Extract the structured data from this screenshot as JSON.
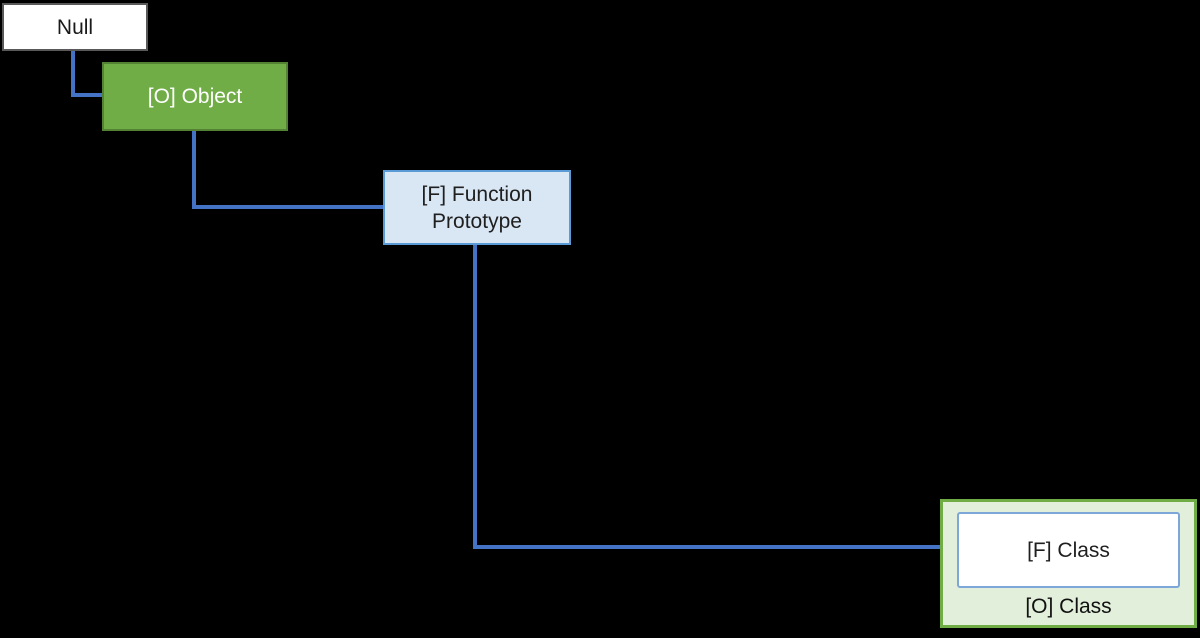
{
  "colors": {
    "background": "#000000",
    "connector": "#4472c4"
  },
  "nodes": {
    "null_node": {
      "label": "Null",
      "fill": "#ffffff",
      "border": "#595959",
      "text": "#1a1a1a"
    },
    "object_node": {
      "label": "[O] Object",
      "fill": "#70ad47",
      "border": "#548235",
      "text": "#ffffff"
    },
    "function_prototype_node": {
      "label": "[F] Function Prototype",
      "fill": "#d9e7f5",
      "border": "#5b9bd5",
      "text": "#1f1f1f"
    },
    "class_outer_node": {
      "label": "[O] Class",
      "fill": "#e2efda",
      "border": "#70ad47",
      "text": "#111111"
    },
    "class_inner_node": {
      "label": "[F] Class",
      "fill": "#ffffff",
      "border": "#7da7d9",
      "text": "#1f1f1f"
    }
  },
  "connections": [
    {
      "from": "Null",
      "to": "[O] Object"
    },
    {
      "from": "[O] Object",
      "to": "[F] Function Prototype"
    },
    {
      "from": "[F] Function Prototype",
      "to": "[O] Class"
    }
  ]
}
